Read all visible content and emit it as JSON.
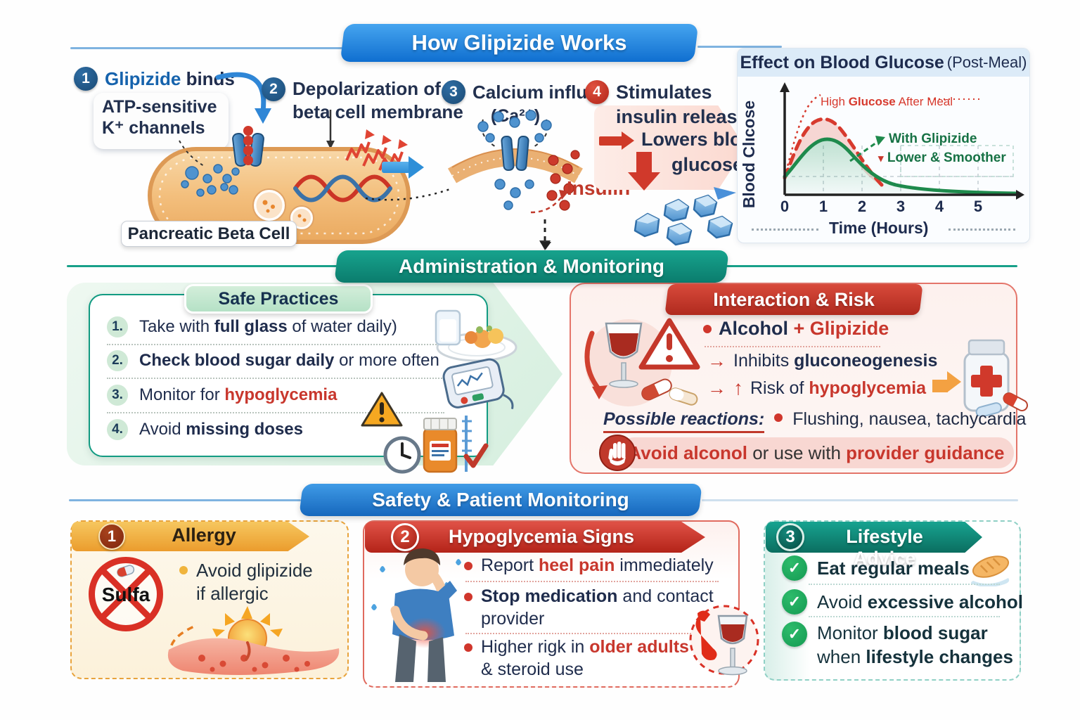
{
  "title": "How Glipizide Works",
  "sections": {
    "admin_banner": "Administration & Monitoring",
    "safety_banner": "Safety & Patient Monitoring"
  },
  "mechanism": {
    "cell_label": "Pancreatic Beta Cell",
    "insulin_label": "Insulin",
    "step1": {
      "num": "1",
      "a": "Glipizide",
      "b": " binds",
      "c": "ATP-sensitive",
      "d": "K⁺ channels"
    },
    "step2": {
      "num": "2",
      "a": "Depolarization of",
      "b": "beta cell membrane"
    },
    "step3": {
      "num": "3",
      "a": "Calcium influx",
      "b": "(Ca²⁺)"
    },
    "step4": {
      "num": "4",
      "a": "Stimulates",
      "b": "insulin release",
      "c": "Lowers blood",
      "d": "glucose"
    }
  },
  "chart": {
    "title_bold": "Effect on Blood Glucose",
    "title_rest": " (Post-Meal)",
    "ylabel": "Blood Clıcose",
    "xlabel": "Time (Hours)",
    "ticks": [
      "0",
      "1",
      "2",
      "3",
      "4",
      "5"
    ],
    "red_label_a": "High ",
    "red_label_b": "Glucose",
    "red_label_c": " After Meal",
    "green_label_1": "With Glipizide",
    "green_label_2": "Lower & Smoother",
    "down_mark": "▾"
  },
  "chart_data": {
    "type": "line",
    "title": "Effect on Blood Glucose (Post-Meal)",
    "xlabel": "Time (Hours)",
    "ylabel": "Blood Glucose",
    "x_ticks": [
      0,
      1,
      2,
      3,
      4,
      5
    ],
    "x_range": [
      0,
      6
    ],
    "y_axis": "relative scale 0-100 (unlabeled in figure)",
    "grid": "dashed",
    "legend_position": "inline annotations",
    "series": [
      {
        "name": "High Glucose After Meal (untreated)",
        "style": "red thick dashed",
        "x": [
          0,
          0.5,
          1,
          1.5,
          2,
          2.5,
          3
        ],
        "y": [
          22,
          55,
          88,
          95,
          80,
          55,
          30
        ]
      },
      {
        "name": "Initial glucose spike",
        "style": "red thin dotted",
        "x": [
          0,
          0.3,
          0.6,
          0.9,
          1.1
        ],
        "y": [
          22,
          45,
          75,
          92,
          97
        ]
      },
      {
        "name": "With Glipizide — Lower & Smoother",
        "style": "green solid, shaded fill",
        "x": [
          0,
          0.5,
          1,
          1.5,
          2,
          2.5,
          3,
          3.5,
          4,
          4.5,
          5,
          5.8
        ],
        "y": [
          22,
          40,
          58,
          66,
          62,
          50,
          38,
          30,
          25,
          22,
          20,
          19
        ]
      }
    ],
    "annotations": [
      "High Glucose After Meal",
      "With Glipizide",
      "Lower & Smoother"
    ]
  },
  "safe": {
    "header": "Safe Practices",
    "items": [
      {
        "n": "1.",
        "a": "Take with ",
        "b": "full glass",
        "c": " of water daily)"
      },
      {
        "n": "2.",
        "a": "",
        "b": "Check blood sugar daily",
        "c": " or more often"
      },
      {
        "n": "3.",
        "a": "Monitor for ",
        "b": "hypoglycemia",
        "c": ""
      },
      {
        "n": "4.",
        "a": "Avoid ",
        "b": "missing doses",
        "c": ""
      }
    ]
  },
  "risk": {
    "header": "Interaction & Risk",
    "line1_a": "Alcohol",
    "line1_b": " + ",
    "line1_c": "Glipizide",
    "line2_arrow": "→",
    "line2_a": "Inhibits ",
    "line2_b": "gluconeogenesis",
    "line3_arrow": "→",
    "line3_up": "↑",
    "line3_a": "Risk of ",
    "line3_b": "hypoglycemia",
    "reactions_label": "Possible reactions:",
    "reactions_text": "Flushing, nausea, tachycardia",
    "warn_a": "Avoid alconol",
    "warn_b": " or use with ",
    "warn_c": "provider guidance"
  },
  "allergy": {
    "num": "1",
    "header": "Allergy",
    "sulfa": "Sulfa",
    "b1": "Avoid glipizide",
    "b2": "if allergic"
  },
  "hypo": {
    "num": "2",
    "header": "Hypoglycemia Signs",
    "b1_a": "Report ",
    "b1_b": "heel pain",
    "b1_c": " immediately",
    "b2_a": "Stop medication",
    "b2_b": " and contact",
    "b2_line2": "provider",
    "b3_a": "Higher rigk in ",
    "b3_b": "older adults",
    "b3_line2": "& steroid use"
  },
  "lifestyle": {
    "num": "3",
    "header": "Lifestyle Advice",
    "b1": "Eat regular meals",
    "b2_a": "Avoid ",
    "b2_b": "excessive alcohol",
    "b3_a": "Monitor ",
    "b3_b": "blood sugar",
    "b3_c": "when ",
    "b3_d": "lifestyle changes"
  },
  "colors": {
    "banner_blue": "#1e7fd6",
    "banner_teal": "#0f8e7c",
    "banner_red": "#c5352b",
    "banner_gold": "#efa02f",
    "accent_red": "#c8372d",
    "accent_green": "#1e8a4c",
    "accent_blue": "#1663ad"
  }
}
